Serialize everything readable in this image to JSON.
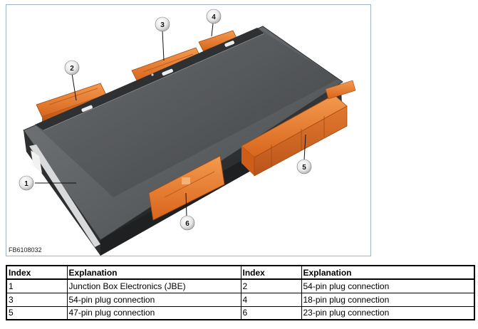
{
  "figure": {
    "code": "FB6108032",
    "callouts": [
      "1",
      "2",
      "3",
      "4",
      "5",
      "6"
    ]
  },
  "table": {
    "headers": [
      "Index",
      "Explanation",
      "Index",
      "Explanation"
    ],
    "rows": [
      [
        "1",
        "Junction Box Electronics (JBE)",
        "2",
        "54-pin plug connection"
      ],
      [
        "3",
        "54-pin plug connection",
        "4",
        "18-pin plug connection"
      ],
      [
        "5",
        "47-pin plug connection",
        "6",
        "23-pin plug connection"
      ]
    ]
  },
  "colors": {
    "housing": "#4a4c4e",
    "connector": "#e8762a",
    "border": "#9eb4c8"
  }
}
